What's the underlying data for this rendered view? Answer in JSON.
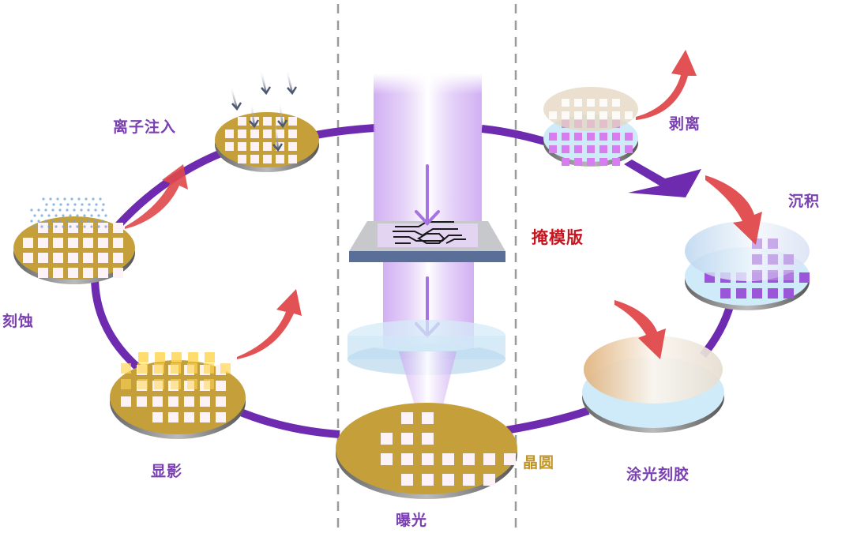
{
  "diagram": {
    "type": "process-cycle",
    "subject": "photolithography process",
    "colors": {
      "cycle_path": "#6e2bb0",
      "wafer_gold": "#c5a03a",
      "process_arrow": "#e0484a",
      "light_beam": "#c8a0f0",
      "mask_frame": "#5a6f98",
      "resist_blue": "#cfeaf8",
      "label_purple": "#7a3fb0",
      "label_red": "#c8141e",
      "label_gold": "#c0962a",
      "divider": "#999999"
    },
    "steps": [
      {
        "id": "coat",
        "label": "涂光刻胶"
      },
      {
        "id": "expose",
        "label": "曝光"
      },
      {
        "id": "develop",
        "label": "显影"
      },
      {
        "id": "etch",
        "label": "刻蚀"
      },
      {
        "id": "implant",
        "label": "离子注入"
      },
      {
        "id": "strip",
        "label": "剥离"
      },
      {
        "id": "deposit",
        "label": "沉积"
      }
    ],
    "annotations": {
      "mask": "掩模版",
      "wafer": "晶圆"
    }
  }
}
